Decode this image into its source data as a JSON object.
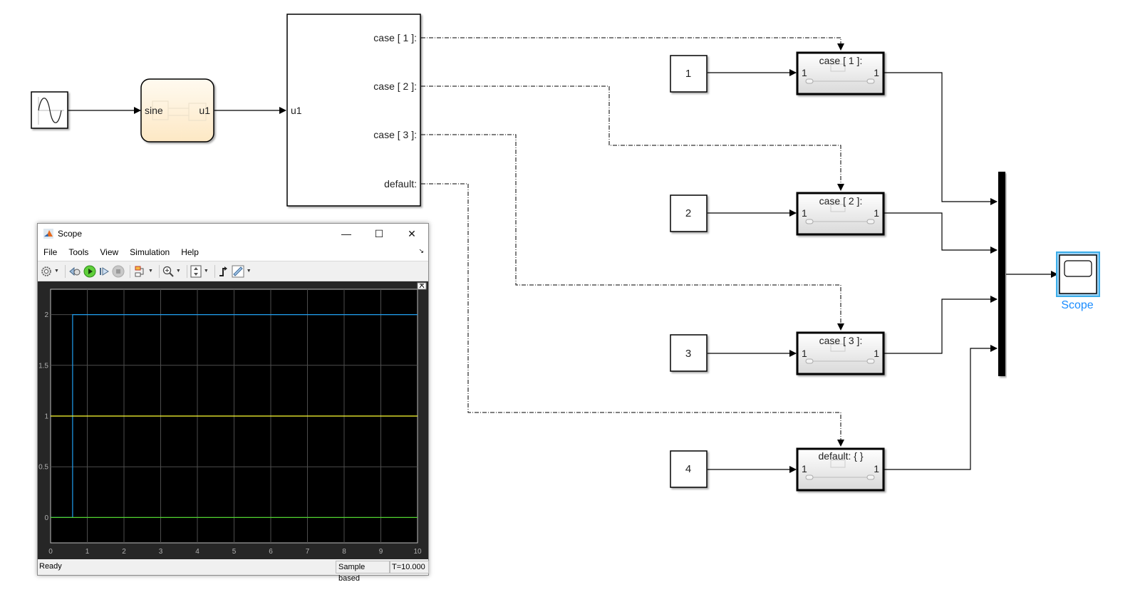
{
  "model": {
    "sine_block": {
      "icon": "sine-wave-icon"
    },
    "chart_block": {
      "input_label": "sine",
      "output_label": "u1"
    },
    "switch_case": {
      "input_label": "u1",
      "outputs": [
        "case [ 1 ]:",
        "case [ 2 ]:",
        "case [ 3 ]:",
        "default:"
      ]
    },
    "constants": [
      "1",
      "2",
      "3",
      "4"
    ],
    "action_subsystems": [
      {
        "label": "case [ 1 ]:",
        "in_port": "1",
        "out_port": "1"
      },
      {
        "label": "case [ 2 ]:",
        "in_port": "1",
        "out_port": "1"
      },
      {
        "label": "case [ 3 ]:",
        "in_port": "1",
        "out_port": "1"
      },
      {
        "label": "default: { }",
        "in_port": "1",
        "out_port": "1"
      }
    ],
    "scope_block": {
      "label": "Scope",
      "selected": true
    },
    "colors": {
      "selection": "#3daee9",
      "scope_label": "#1a8cff"
    }
  },
  "scope_window": {
    "title": "Scope",
    "window_controls": {
      "minimize": "—",
      "maximize": "☐",
      "close": "✕"
    },
    "menu": [
      "File",
      "Tools",
      "View",
      "Simulation",
      "Help"
    ],
    "toolbar": [
      {
        "name": "settings-icon",
        "dropdown": true
      },
      {
        "name": "step-back-icon"
      },
      {
        "name": "run-icon"
      },
      {
        "name": "step-forward-icon"
      },
      {
        "name": "stop-icon"
      },
      {
        "name": "highlight-simulink-block-icon",
        "dropdown": true
      },
      {
        "name": "zoom-in-icon",
        "dropdown": true
      },
      {
        "name": "scale-axes-icon",
        "dropdown": true
      },
      {
        "name": "triggers-icon"
      },
      {
        "name": "measurements-icon",
        "dropdown": true
      }
    ],
    "status": {
      "left": "Ready",
      "mode": "Sample based",
      "time": "T=10.000"
    }
  },
  "chart_data": {
    "type": "line",
    "title": "",
    "xlabel": "",
    "ylabel": "",
    "xlim": [
      0,
      10
    ],
    "ylim": [
      -0.25,
      2.25
    ],
    "xticks": [
      0,
      1,
      2,
      3,
      4,
      5,
      6,
      7,
      8,
      9,
      10
    ],
    "yticks": [
      0,
      0.5,
      1,
      1.5,
      2
    ],
    "ytick_labels": [
      "0",
      "0.5",
      "1",
      "1.5",
      "2"
    ],
    "grid": true,
    "series": [
      {
        "name": "signal-1",
        "color": "#1f9ef0",
        "x": [
          0,
          0.6,
          0.6,
          10
        ],
        "y": [
          0,
          0,
          2,
          2
        ]
      },
      {
        "name": "signal-2",
        "color": "#ffff33",
        "x": [
          0,
          10
        ],
        "y": [
          1,
          1
        ]
      },
      {
        "name": "signal-3",
        "color": "#4fd12e",
        "x": [
          0,
          10
        ],
        "y": [
          0,
          0
        ]
      }
    ]
  }
}
